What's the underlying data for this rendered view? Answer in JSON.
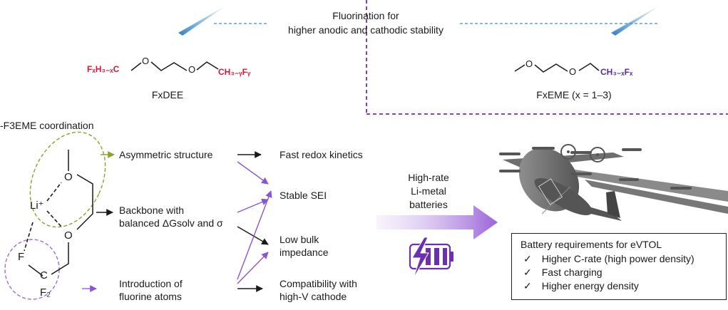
{
  "top": {
    "fluorination_line1": "Fluorination for",
    "fluorination_line2": "higher anodic and cathodic stability"
  },
  "left_molecule": {
    "left_group": "FₓH₃₋ₓC",
    "right_group": "CH₃₋ᵧFᵧ",
    "name": "FxDEE"
  },
  "right_molecule": {
    "right_group": "CH₃₋ₓFₓ",
    "name": "FxEME (x = 1–3)"
  },
  "coordination": {
    "title": "-F3EME coordination",
    "li": "Li⁺",
    "o": "O",
    "f": "F",
    "c": "C",
    "f2": "F₂"
  },
  "features": {
    "asymmetric": "Asymmetric structure",
    "backbone_line1": "Backbone with",
    "backbone_line2": "balanced ΔGsolv and σ",
    "fluorine_line1": "Introduction of",
    "fluorine_line2": "fluorine atoms"
  },
  "outcomes": {
    "redox": "Fast redox kinetics",
    "sei": "Stable SEI",
    "impedance_line1": "Low bulk",
    "impedance_line2": "impedance",
    "compat_line1": "Compatibility with",
    "compat_line2": "high-V cathode"
  },
  "arrow_label": {
    "line1": "High-rate",
    "line2": "Li-metal",
    "line3": "batteries"
  },
  "requirements": {
    "title": "Battery requirements for eVTOL",
    "check": "✓",
    "items": [
      "Higher C-rate (high power density)",
      "Fast charging",
      "Higher energy density"
    ]
  },
  "colors": {
    "red": "#d6183c",
    "purple": "#6d2fb0",
    "violet": "#9c6be0",
    "blue": "#3a8fd6",
    "olive": "#8da22c",
    "dark": "#1a1a1a"
  }
}
